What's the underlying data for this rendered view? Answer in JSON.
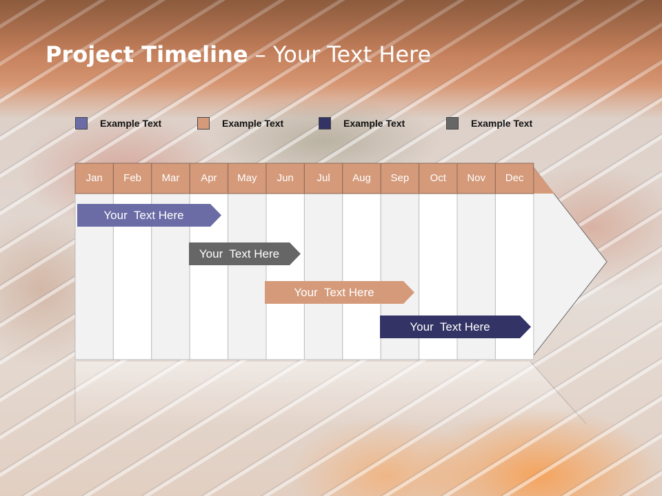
{
  "title": {
    "bold": "Project Timeline",
    "rest": " – Your Text Here"
  },
  "legend": [
    {
      "label": "Example Text",
      "color": "#6b6ba6"
    },
    {
      "label": "Example Text",
      "color": "#d49a7a"
    },
    {
      "label": "Example Text",
      "color": "#333366"
    },
    {
      "label": "Example Text",
      "color": "#666666"
    }
  ],
  "months": [
    "Jan",
    "Feb",
    "Mar",
    "Apr",
    "May",
    "Jun",
    "Jul",
    "Aug",
    "Sep",
    "Oct",
    "Nov",
    "Dec"
  ],
  "header_color": "#d49a7a",
  "bars": [
    {
      "label": "Your  Text Here",
      "color": "#6b6ba6"
    },
    {
      "label": "Your  Text Here",
      "color": "#666666"
    },
    {
      "label": "Your  Text Here",
      "color": "#d49a7a"
    },
    {
      "label": "Your  Text Here",
      "color": "#333366"
    }
  ]
}
